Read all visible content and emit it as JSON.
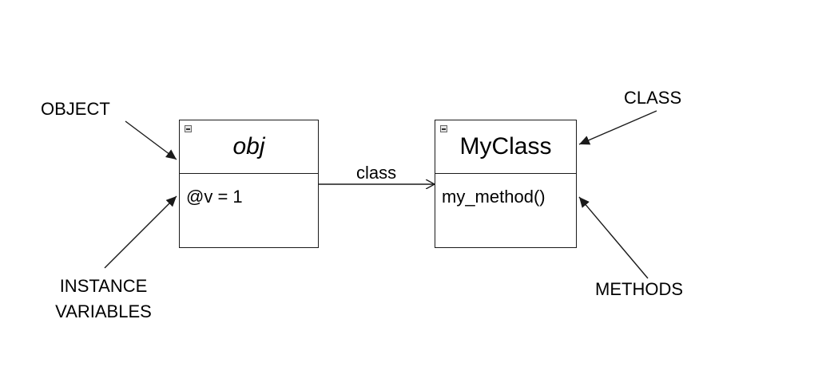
{
  "object_box": {
    "title": "obj",
    "attribute": "@v = 1"
  },
  "class_box": {
    "title": "MyClass",
    "method": "my_method()"
  },
  "edge_label": "class",
  "annotations": {
    "object": "OBJECT",
    "class": "CLASS",
    "instance_variables_line1": "INSTANCE",
    "instance_variables_line2": "VARIABLES",
    "methods": "METHODS"
  },
  "colors": {
    "line": "#1a1a1a",
    "background": "#ffffff"
  },
  "icons": {
    "box_toggle": "collapse-icon"
  }
}
